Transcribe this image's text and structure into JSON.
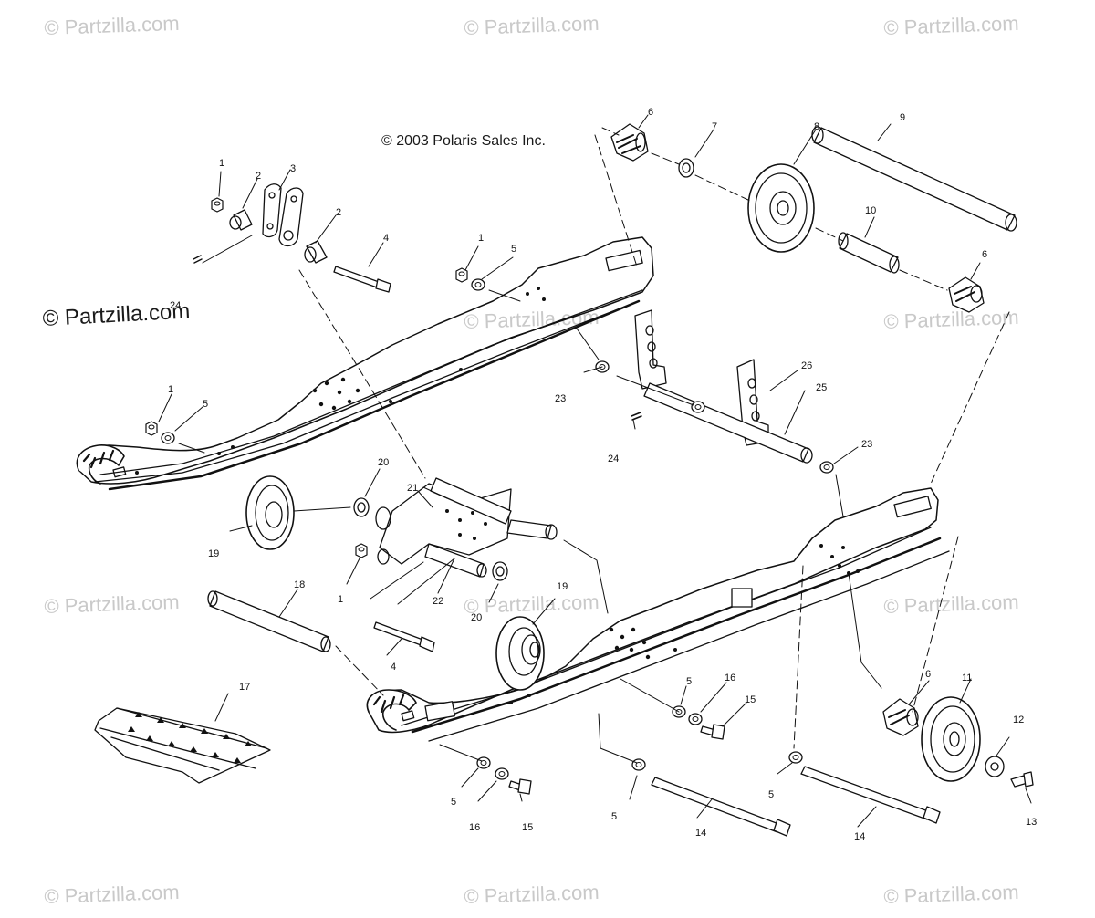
{
  "watermark_text": "© Partzilla.com",
  "copyright": "© 2003 Polaris Sales Inc.",
  "callouts": {
    "c1a": "1",
    "c2a": "2",
    "c3": "3",
    "c2b": "2",
    "c4a": "4",
    "c24a": "24",
    "c1b": "1",
    "c5a": "5",
    "c6a": "6",
    "c7": "7",
    "c8": "8",
    "c9": "9",
    "c10": "10",
    "c6b": "6",
    "c1c": "1",
    "c5b": "5",
    "c23a": "23",
    "c26": "26",
    "c25": "25",
    "c24b": "24",
    "c23b": "23",
    "c20a": "20",
    "c21": "21",
    "c19a": "19",
    "c1d": "1",
    "c22": "22",
    "c18": "18",
    "c4b": "4",
    "c20b": "20",
    "c19b": "19",
    "c17": "17",
    "c5c": "5",
    "c16a": "16",
    "c15a": "15",
    "c6c": "6",
    "c11": "11",
    "c12": "12",
    "c13": "13",
    "c5d": "5",
    "c16b": "16",
    "c15b": "15",
    "c5e": "5",
    "c14a": "14",
    "c5f": "5",
    "c14b": "14"
  }
}
